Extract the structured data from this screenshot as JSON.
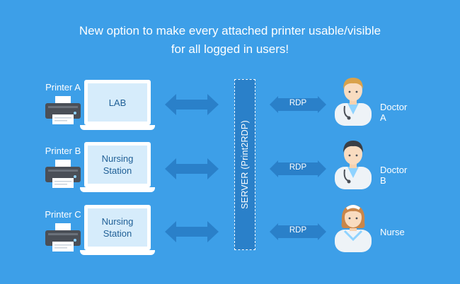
{
  "title": {
    "line1": "New option to make every attached printer usable/visible",
    "line2": "for all logged in users!"
  },
  "rows": [
    {
      "printer": "Printer A",
      "screen_lines": [
        "LAB"
      ],
      "user": "Doctor A",
      "link": "RDP",
      "avatar": "doctor-male-light-hair"
    },
    {
      "printer": "Printer B",
      "screen_lines": [
        "Nursing",
        "Station"
      ],
      "user": "Doctor B",
      "link": "RDP",
      "avatar": "doctor-male-dark-hair"
    },
    {
      "printer": "Printer C",
      "screen_lines": [
        "Nursing",
        "Station"
      ],
      "user": "Nurse",
      "link": "RDP",
      "avatar": "nurse-female"
    }
  ],
  "server": {
    "label": "SERVER (Print2RDP)"
  },
  "colors": {
    "background": "#3d9fe8",
    "arrow": "#2a80c9",
    "server": "#2a80c9",
    "screen": "#d6ecfb",
    "screen_text": "#1f5f96",
    "printer_body": "#4a4f57"
  }
}
